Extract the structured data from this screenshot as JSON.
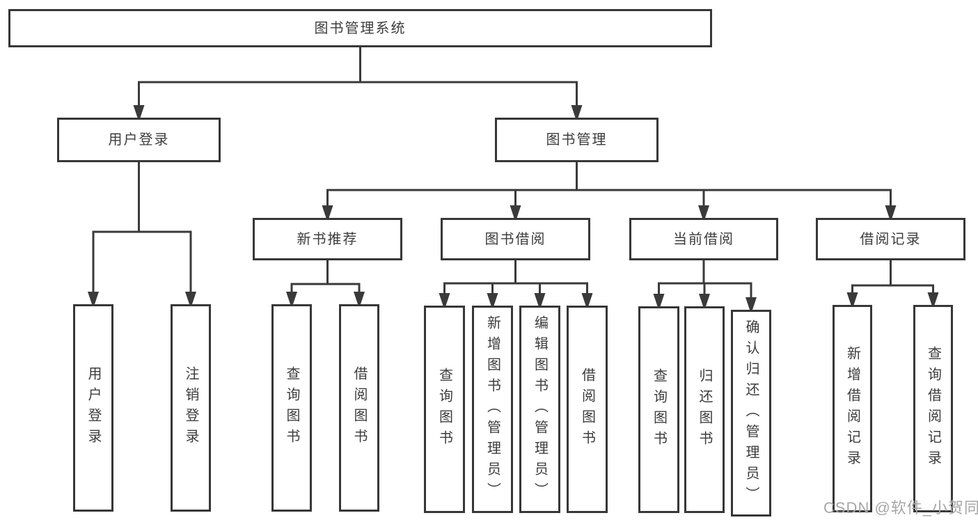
{
  "diagram": {
    "root": {
      "label": "图书管理系统"
    },
    "level2": [
      {
        "label": "用户登录"
      },
      {
        "label": "图书管理"
      }
    ],
    "level3": [
      {
        "label": "新书推荐"
      },
      {
        "label": "图书借阅"
      },
      {
        "label": "当前借阅"
      },
      {
        "label": "借阅记录"
      }
    ],
    "leaves": {
      "login": [
        "用户登录",
        "注销登录"
      ],
      "recommend": [
        "查询图书",
        "借阅图书"
      ],
      "borrow": [
        "查询图书",
        "新增图书（管理员）",
        "编辑图书（管理员）",
        "借阅图书"
      ],
      "current": [
        "查询图书",
        "归还图书",
        "确认归还（管理员）"
      ],
      "records": [
        "新增借阅记录",
        "查询借阅记录"
      ]
    }
  },
  "watermark": {
    "text": "CSDN @软件_小贺同学"
  },
  "colors": {
    "line": "#3a3a3a",
    "text": "#3c3c3c",
    "box_background": "#ffffff",
    "watermark": "#a6a6a6"
  }
}
